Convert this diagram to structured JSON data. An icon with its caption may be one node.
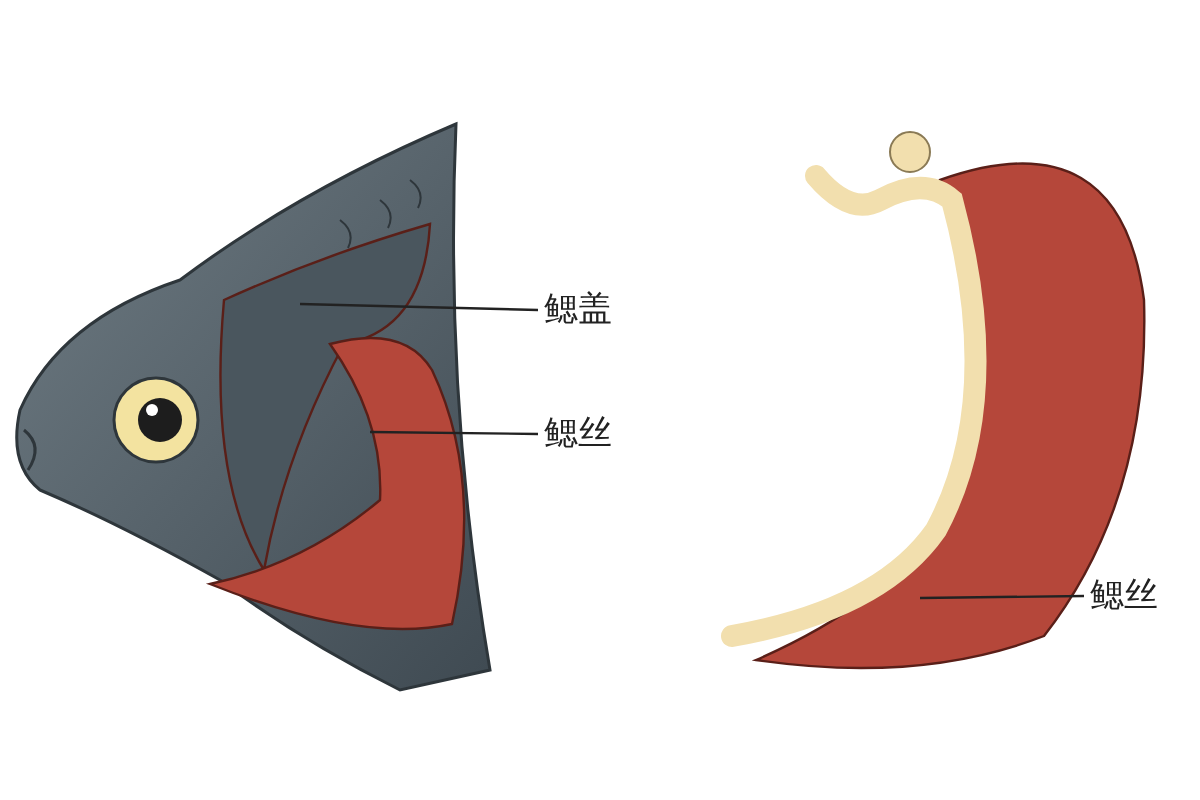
{
  "diagram": {
    "nodes": [
      {
        "text": [
          "鳃盖"
        ]
      },
      {
        "text": [],
        "shape": "picture"
      },
      {
        "text": [
          "鳃丝"
        ]
      },
      {
        "text": [],
        "shape": "picture"
      },
      {
        "text": [
          "鳃丝"
        ]
      },
      {
        "text": [],
        "shape": "picture"
      }
    ],
    "edges": [
      {
        "from": 0,
        "to": 1,
        "arrow": "none"
      },
      {
        "from": 2,
        "to": 3,
        "arrow": "none"
      },
      {
        "from": 4,
        "to": 5,
        "arrow": "none"
      }
    ]
  }
}
